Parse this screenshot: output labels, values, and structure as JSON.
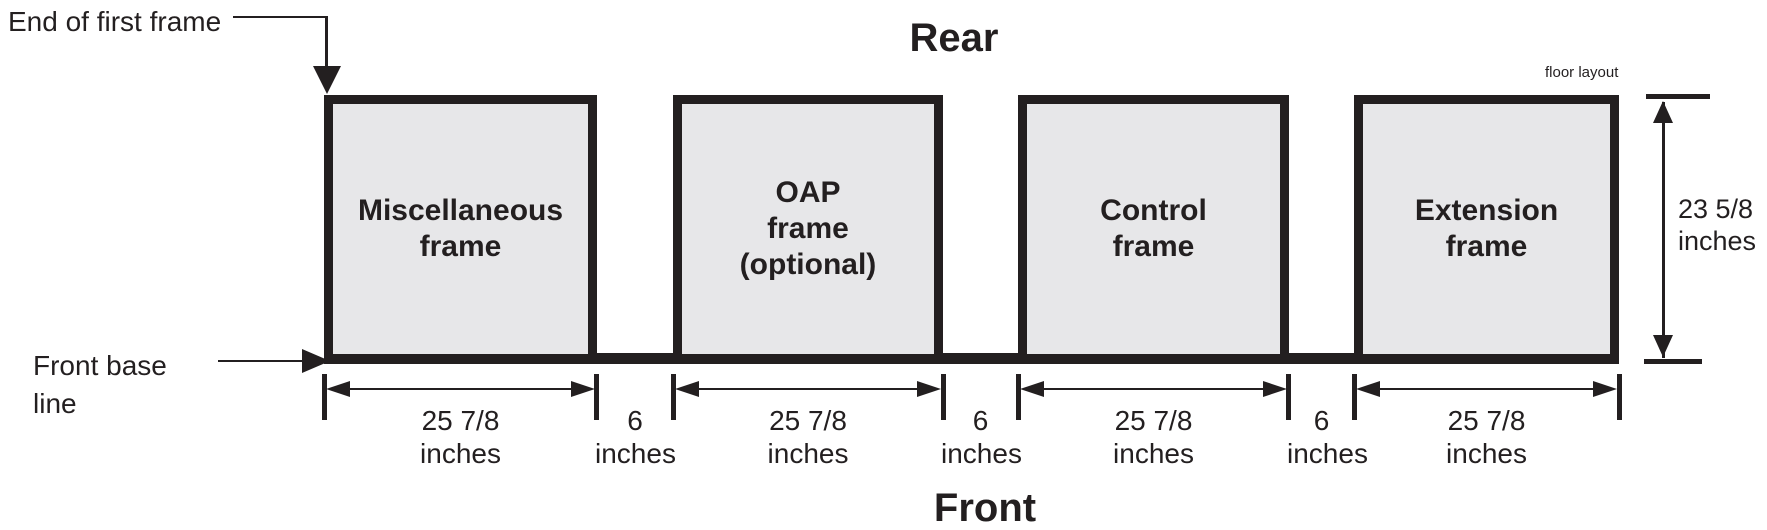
{
  "titles": {
    "rear": "Rear",
    "front": "Front"
  },
  "corner_note": "floor layout",
  "callouts": {
    "end_of_first_frame": "End of first frame",
    "front_base_line": "Front base\nline"
  },
  "frames": [
    {
      "name": "miscellaneous",
      "label": "Miscellaneous\nframe",
      "width_label": "25 7/8\ninches"
    },
    {
      "name": "oap",
      "label": "OAP\nframe\n(optional)",
      "width_label": "25 7/8\ninches"
    },
    {
      "name": "control",
      "label": "Control\nframe",
      "width_label": "25 7/8\ninches"
    },
    {
      "name": "extension",
      "label": "Extension\nframe",
      "width_label": "25 7/8\ninches"
    }
  ],
  "gaps": [
    {
      "label": "6\ninches"
    },
    {
      "label": "6\ninches"
    },
    {
      "label": "6\ninches"
    }
  ],
  "height_dimension": {
    "label": "23 5/8\ninches"
  },
  "colors": {
    "line": "#231f20",
    "frame_fill": "#e7e7e9",
    "background": "#ffffff"
  }
}
